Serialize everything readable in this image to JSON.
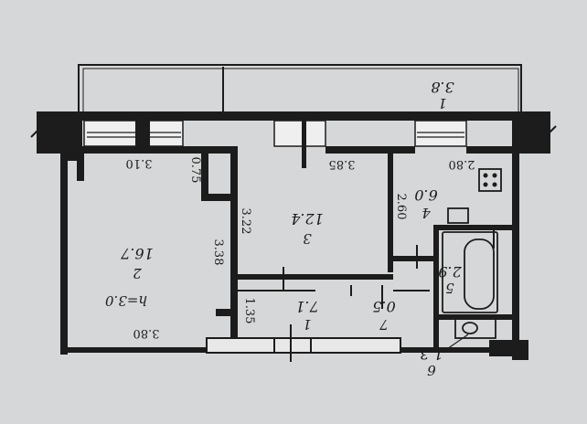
{
  "rooms": [
    {
      "id": "balcony",
      "number": "1",
      "area": "3.8"
    },
    {
      "id": "living",
      "number": "2",
      "area": "16.7"
    },
    {
      "id": "bedroom",
      "number": "3",
      "area": "12.4"
    },
    {
      "id": "kitchen",
      "number": "4",
      "area": "6.0"
    },
    {
      "id": "bath",
      "number": "5",
      "area": "2.9"
    },
    {
      "id": "toilet",
      "number": "6",
      "area": "1.3"
    },
    {
      "id": "hall",
      "number": "1",
      "area": "7.1"
    },
    {
      "id": "closet",
      "number": "7",
      "area": "0.5"
    }
  ],
  "dimensions": {
    "living_width": "3.10",
    "living_pier": "0.75",
    "living_side": "3.38",
    "living_bottom": "3.80",
    "bedroom_width": "3.85",
    "bedroom_depth": "3.22",
    "kitchen_width": "2.80",
    "kitchen_depth": "2.60",
    "hall_width": "1.35"
  },
  "ceiling_height": "h=3.0"
}
